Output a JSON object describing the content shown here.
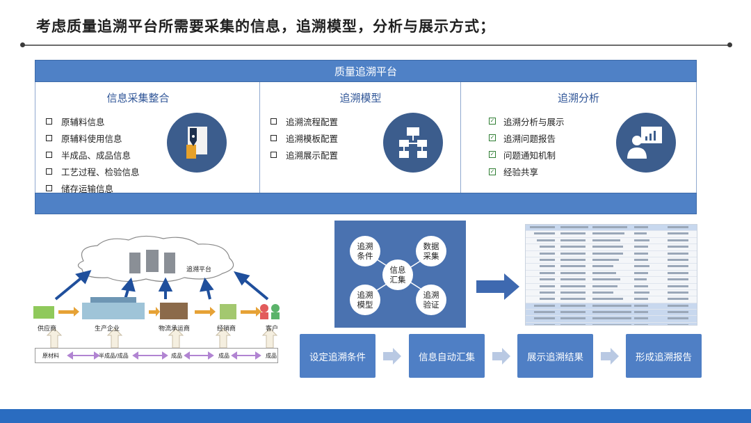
{
  "header": {
    "title": "考虑质量追溯平台所需要采集的信息，追溯模型，分析与展示方式；"
  },
  "platform": {
    "title": "质量追溯平台",
    "columns": [
      {
        "title": "信息采集整合",
        "icon": "pen-document-icon",
        "items": [
          "原辅料信息",
          "原辅料使用信息",
          "半成品、成品信息",
          "工艺过程、检验信息",
          "储存运输信息"
        ]
      },
      {
        "title": "追溯模型",
        "icon": "flowchart-icon",
        "items": [
          "追溯流程配置",
          "追溯模板配置",
          "追溯展示配置"
        ]
      },
      {
        "title": "追溯分析",
        "icon": "presenter-chart-icon",
        "items": [
          "追溯分析与展示",
          "追溯问题报告",
          "问题通知机制",
          "经验共享"
        ]
      }
    ]
  },
  "chain": {
    "cloud_label": "追溯平台",
    "nodes": [
      "供应商",
      "生产企业",
      "物流承运商",
      "经销商",
      "客户"
    ],
    "raw_labels": [
      "原材料",
      "半成品/成品",
      "成品",
      "成品",
      "成品"
    ]
  },
  "cycle": {
    "center": "信息\n汇集",
    "nodes": [
      "追溯\n条件",
      "数据\n采集",
      "追溯\n模型",
      "追溯\n验证"
    ]
  },
  "steps": [
    "设定追溯条件",
    "信息自动汇集",
    "展示追溯结果",
    "形成追溯报告"
  ],
  "colors": {
    "accent": "#4f81c6",
    "dark_circle": "#3c5d8d",
    "panel": "#4a72b0",
    "bottom_bar": "#2a6cc0"
  }
}
